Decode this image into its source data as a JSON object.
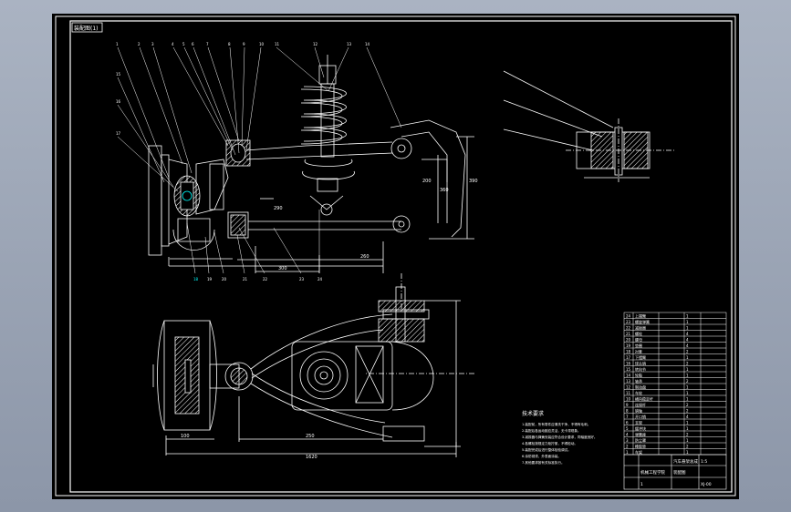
{
  "drawing": {
    "title_tag": "装配图(1)",
    "tech_requirements_title": "技术要求",
    "tech_requirements": [
      "1.装配前，所有零件应清洗干净，不得有毛刺。",
      "2.装配后各运动副应灵活，无卡滞现象。",
      "3.减振器与弹簧安装应符合设计要求，同轴度良好。",
      "4.各螺栓按规定力矩拧紧，不得松动。",
      "5.装配完成后进行整体检验调试。",
      "6.涂防锈漆，外表面涂装。",
      "7.其他要求按有关标准执行。"
    ],
    "part_numbers": [
      "1",
      "2",
      "3",
      "4",
      "5",
      "6",
      "7",
      "8",
      "9",
      "10",
      "11",
      "12",
      "13",
      "14",
      "15",
      "16",
      "17",
      "18",
      "19",
      "20",
      "21",
      "22",
      "23",
      "24"
    ],
    "dimensions": {
      "bottom_overall": "1620",
      "bottom_width": "250",
      "bottom_small": "100",
      "side_height_1": "200",
      "side_height_2": "390",
      "side_height_3": "360",
      "top_span_1": "290",
      "top_span_2": "300",
      "top_span_3": "260"
    },
    "title_block": {
      "name": "汽车悬架总成",
      "drawing_type": "装配图",
      "scale": "1:5",
      "school": "机械工程学院",
      "drawing_no": "XJ-00",
      "sheet": "1"
    },
    "parts_list": [
      {
        "no": "24",
        "name": "上摆臂",
        "qty": "1"
      },
      {
        "no": "23",
        "name": "螺旋弹簧",
        "qty": "1"
      },
      {
        "no": "22",
        "name": "减振器",
        "qty": "1"
      },
      {
        "no": "21",
        "name": "螺栓",
        "qty": "4"
      },
      {
        "no": "20",
        "name": "螺母",
        "qty": "4"
      },
      {
        "no": "19",
        "name": "垫圈",
        "qty": "4"
      },
      {
        "no": "18",
        "name": "衬套",
        "qty": "2"
      },
      {
        "no": "17",
        "name": "下摆臂",
        "qty": "1"
      },
      {
        "no": "16",
        "name": "球头销",
        "qty": "2"
      },
      {
        "no": "15",
        "name": "转向节",
        "qty": "1"
      },
      {
        "no": "14",
        "name": "轮毂",
        "qty": "1"
      },
      {
        "no": "13",
        "name": "轴承",
        "qty": "2"
      },
      {
        "no": "12",
        "name": "制动盘",
        "qty": "1"
      },
      {
        "no": "11",
        "name": "车轮",
        "qty": "1"
      },
      {
        "no": "10",
        "name": "横向稳定杆",
        "qty": "1"
      },
      {
        "no": "9",
        "name": "连接杆",
        "qty": "2"
      },
      {
        "no": "8",
        "name": "销轴",
        "qty": "2"
      },
      {
        "no": "7",
        "name": "开口销",
        "qty": "4"
      },
      {
        "no": "6",
        "name": "支架",
        "qty": "1"
      },
      {
        "no": "5",
        "name": "缓冲块",
        "qty": "1"
      },
      {
        "no": "4",
        "name": "弹簧座",
        "qty": "2"
      },
      {
        "no": "3",
        "name": "防尘罩",
        "qty": "1"
      },
      {
        "no": "2",
        "name": "橡胶垫",
        "qty": "2"
      },
      {
        "no": "1",
        "name": "车架",
        "qty": "1"
      }
    ]
  }
}
